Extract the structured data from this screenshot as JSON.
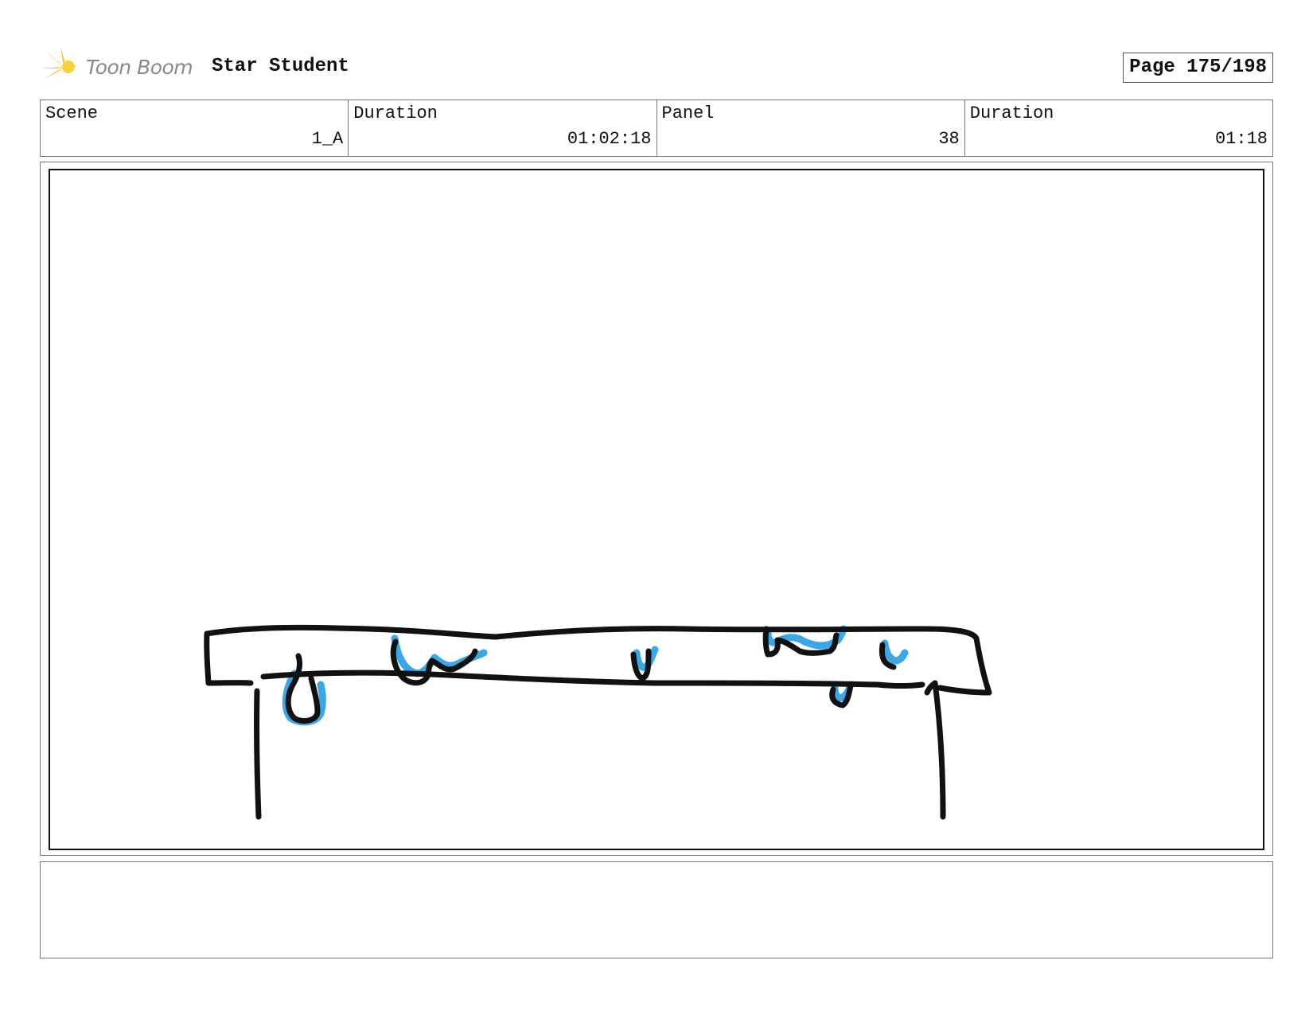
{
  "header": {
    "logo_text": "Toon Boom",
    "project_title": "Star Student",
    "page_label": "Page 175/198",
    "logo_color": "#f6c21b"
  },
  "info": [
    {
      "label": "Scene",
      "value": "1_A"
    },
    {
      "label": "Duration",
      "value": "01:02:18"
    },
    {
      "label": "Panel",
      "value": "38"
    },
    {
      "label": "Duration",
      "value": "01:18"
    }
  ],
  "sketch": {
    "subject": "table-with-dripping-liquid",
    "line_color": "#111111",
    "liquid_color": "#3aa8e8"
  },
  "notes": {
    "text": ""
  }
}
